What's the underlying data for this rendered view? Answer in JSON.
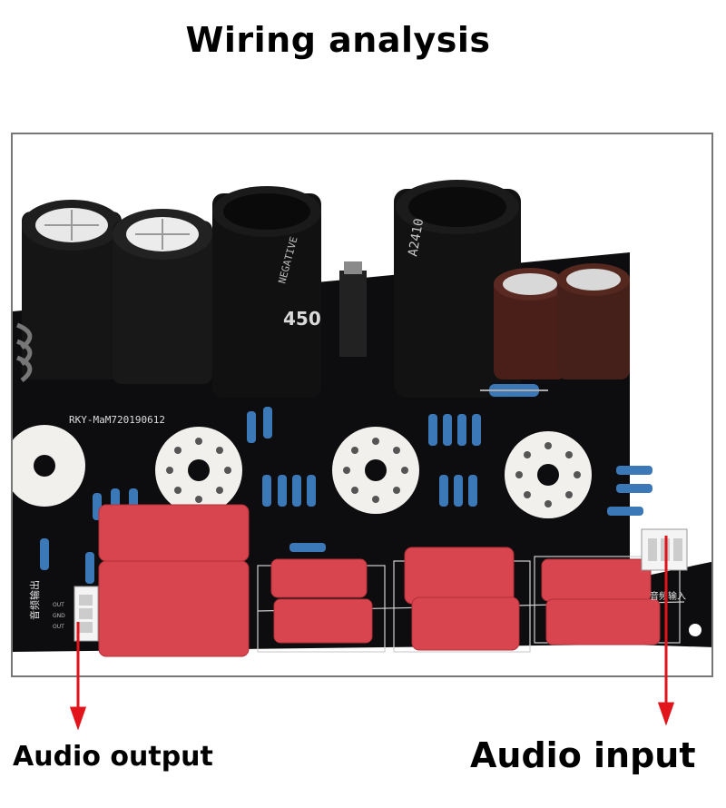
{
  "title": "Wiring analysis",
  "board": {
    "model_label": "RKY-MaM720190612",
    "output_connector_label": "音频输出",
    "input_connector_label": "音频输入",
    "output_pin_labels": [
      "OUT",
      "GND",
      "OUT"
    ],
    "cap_markings": [
      "NEGATIVE",
      "A2410",
      "450"
    ],
    "colors": {
      "pcb": "#0d0d0f",
      "capacitor_black": "#151515",
      "capacitor_brown": "#4a1f19",
      "film_cap": "#d8454e",
      "tube_socket": "#f2f0ec",
      "arrow": "#e0141a"
    }
  },
  "annotations": {
    "audio_output": "Audio output",
    "audio_input": "Audio input"
  }
}
